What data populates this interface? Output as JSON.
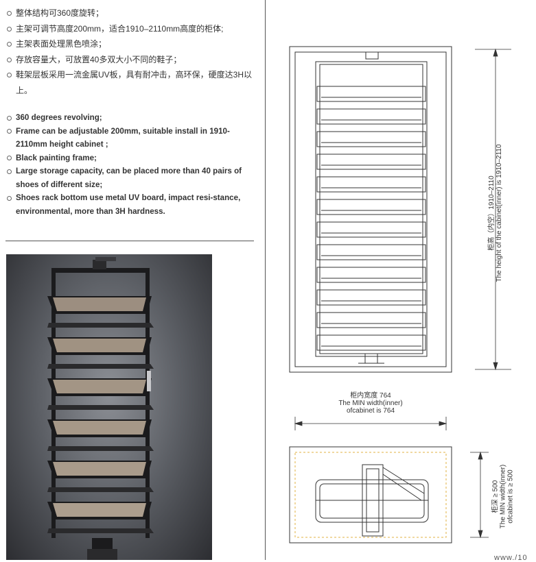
{
  "features_cn": [
    "整体结构可360度旋转；",
    "主架可调节高度200mm，适合1910–2110mm高度的柜体;",
    "主架表面处理黑色喷涂；",
    "存放容量大，可放置40多双大小不同的鞋子；",
    "鞋架层板采用一流金属UV板，具有耐冲击，高环保，硬度达3H以上。"
  ],
  "features_en": [
    "360 degrees revolving;",
    "Frame can be adjustable 200mm, suitable install in 1910-2110mm height cabinet ;",
    "Black painting frame;",
    "Large storage capacity, can be placed more than 40 pairs of shoes of different size;",
    "Shoes rack bottom use metal UV board, impact resi-stance, environmental, more than 3H hardness."
  ],
  "dim_height": {
    "cn": "柜高（内空）1910–2110",
    "en": "The height of the cabinet(inner) is 1910–2110"
  },
  "dim_width": {
    "cn": "柜内宽度 764",
    "en1": "The MIN width(inner)",
    "en2": "ofcabinet is 764"
  },
  "dim_depth": {
    "cn": "柜深 ≥ 500",
    "en1": "The MIN width(inner)",
    "en2": "ofcabinet is ≥ 500"
  },
  "page_number": "www./10"
}
